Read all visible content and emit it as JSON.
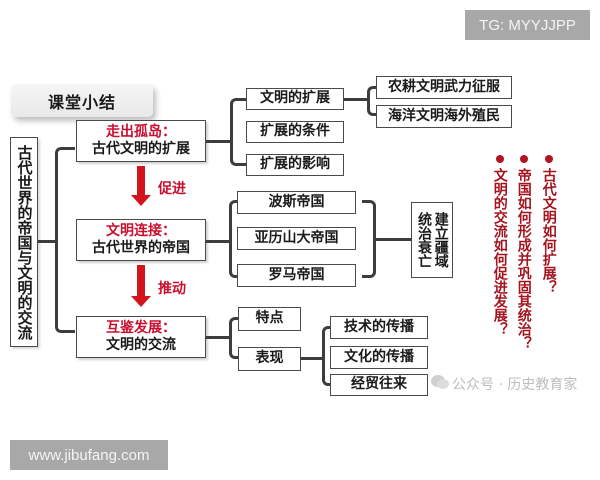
{
  "watermarks": {
    "top_right": "TG: MYYJJPP",
    "bottom_left": "www.jibufang.com",
    "wechat": "公众号 · 历史教育家"
  },
  "title": "课堂小结",
  "root": "古代世界的帝国与文明的交流",
  "sections": [
    {
      "heading": "走出孤岛：",
      "subtitle": "古代文明的扩展",
      "children": [
        "文明的扩展",
        "扩展的条件",
        "扩展的影响"
      ],
      "grandchildren": [
        "农耕文明武力征服",
        "海洋文明海外殖民"
      ]
    },
    {
      "heading": "文明连接：",
      "subtitle": "古代世界的帝国",
      "children": [
        "波斯帝国",
        "亚历山大帝国",
        "罗马帝国"
      ],
      "summary": "建立疆域统治衰亡"
    },
    {
      "heading": "互鉴发展：",
      "subtitle": "文明的交流",
      "children": [
        "特点",
        "表现"
      ],
      "grandchildren": [
        "技术的传播",
        "文化的传播",
        "经贸往来"
      ]
    }
  ],
  "arrows": [
    "促进",
    "推动"
  ],
  "questions": [
    "古代文明如何扩展？",
    "帝国如何形成并巩固其统治？",
    "文明的交流如何促进发展？"
  ],
  "colors": {
    "accent_red": "#c8102e",
    "arrow_red": "#d4141c",
    "question_red": "#a3141f",
    "line": "#3d3d3d",
    "watermark_bg": "#a8a8a8"
  }
}
